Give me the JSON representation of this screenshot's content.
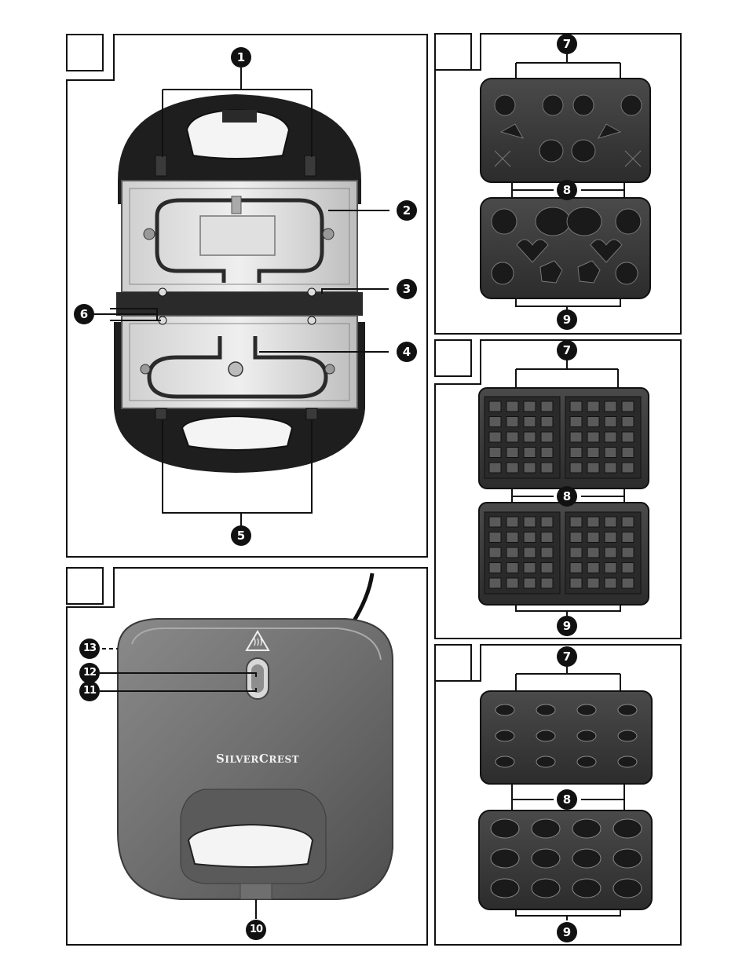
{
  "callouts": {
    "c1": "1",
    "c2": "2",
    "c3": "3",
    "c4": "4",
    "c5": "5",
    "c6": "6",
    "c7a": "7",
    "c8a": "8",
    "c9a": "9",
    "c7b": "7",
    "c8b": "8",
    "c9b": "9",
    "c7c": "7",
    "c8c": "8",
    "c9c": "9",
    "c10": "10",
    "c11": "11",
    "c12": "12",
    "c13": "13"
  },
  "brand": {
    "first": "S",
    "rest1": "ILVER",
    "second": "C",
    "rest2": "REST"
  },
  "icons": [
    "hot-surface-warning-icon"
  ],
  "colors": {
    "line": "#111111",
    "plate": "#3a3a3a",
    "device": "#6a6a6a"
  }
}
